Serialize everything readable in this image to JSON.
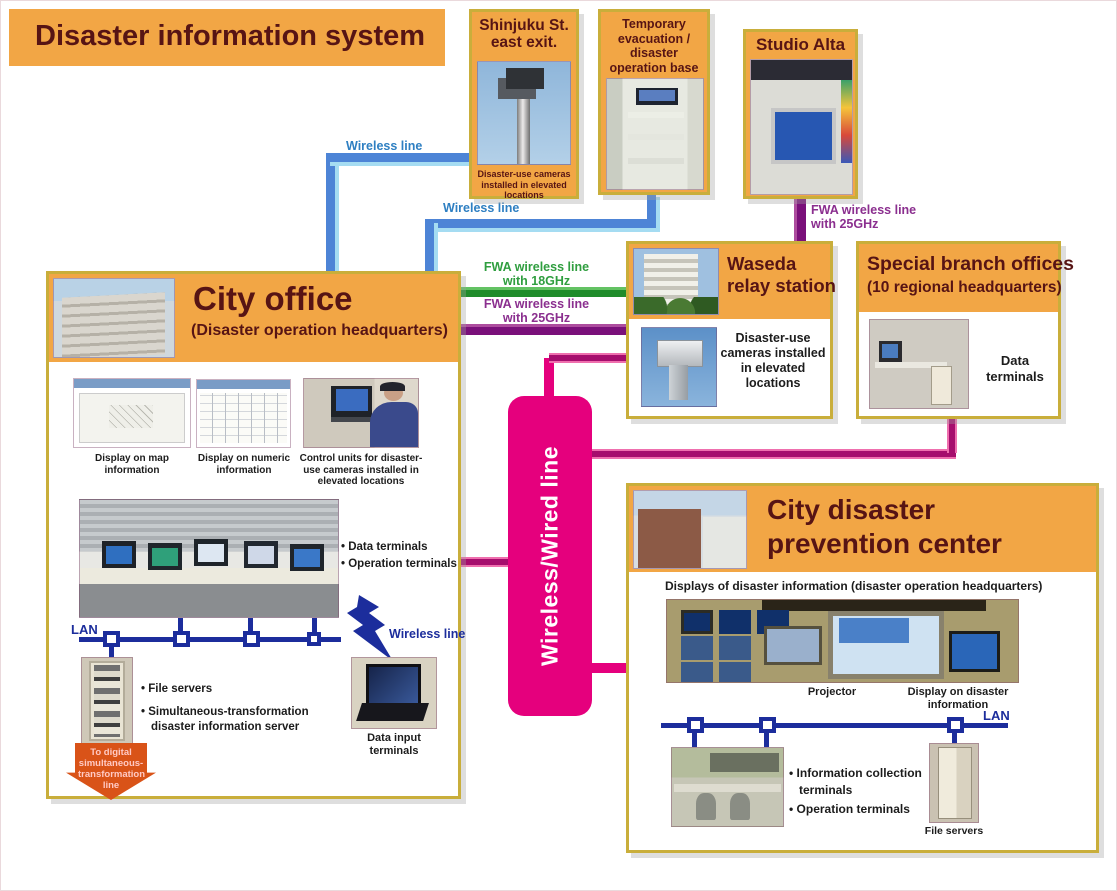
{
  "banner": {
    "title": "Disaster information system"
  },
  "colors": {
    "orange": "#f2a645",
    "maroon": "#571414",
    "blue_line": "#4d84d6",
    "blue_line_light": "#a5dcf2",
    "blue_label": "#2e7fc2",
    "green_line": "#1f8c2a",
    "green_label": "#2f9e3f",
    "purple_line": "#7a107a",
    "purple_label": "#8b2f8f",
    "magenta": "#e5007d",
    "magenta_dark": "#a60d6d",
    "magenta_edge": "#ef6fae",
    "lan_blue": "#1c2d9c",
    "text_dark": "#1c1c1c",
    "box_border": "#c9ae3b",
    "arrow_orange": "#d95318",
    "arrow_text": "#ffc9c4"
  },
  "shinjuku": {
    "title_lines": [
      "Shinjuku St.",
      "east exit."
    ],
    "caption": "Disaster-use cameras installed in elevated locations"
  },
  "temp_base": {
    "title_lines": [
      "Temporary",
      "evacuation /",
      "disaster",
      "operation  base"
    ]
  },
  "studio_alta": {
    "title": "Studio Alta"
  },
  "links": {
    "wireless_top": "Wireless line",
    "wireless_mid": "Wireless line",
    "fwa25_alta_lines": [
      "FWA wireless line",
      "with 25GHz"
    ],
    "fwa18_lines": [
      "FWA wireless line",
      "with 18GHz"
    ],
    "fwa25_lines": [
      "FWA wireless line",
      "with 25GHz"
    ],
    "ribbon": "Wireless/Wired line"
  },
  "city_office": {
    "title": "City office",
    "subtitle": "(Disaster operation headquarters)",
    "caption_map": "Display on map information",
    "caption_numeric": "Display on numeric information",
    "caption_control": "Control units for disaster-use cameras installed in elevated locations",
    "bullet_data_terminals": "• Data terminals",
    "bullet_operation_terminals": "• Operation terminals",
    "lan_label": "LAN",
    "wireless_label": "Wireless line",
    "bullet_file_servers": "• File servers",
    "bullet_sim_server": "• Simultaneous-transformation disaster information server",
    "arrow_label": "To digital simultaneous-transformation line",
    "caption_data_input": "Data input terminals"
  },
  "waseda": {
    "title_lines": [
      "Waseda",
      "relay station"
    ],
    "caption": "Disaster-use cameras installed in elevated locations"
  },
  "special_branch": {
    "title": "Special branch offices",
    "subtitle": "(10 regional headquarters)",
    "caption": "Data terminals"
  },
  "cdpc": {
    "title_lines": [
      "City disaster",
      "prevention center"
    ],
    "displays_caption": "Displays of disaster information (disaster operation headquarters)",
    "caption_projector": "Projector",
    "caption_display": "Display on disaster information",
    "lan_label": "LAN",
    "bullet_info_terminals": "• Information collection terminals",
    "bullet_operation_terminals": "• Operation terminals",
    "caption_file_servers": "File servers"
  }
}
